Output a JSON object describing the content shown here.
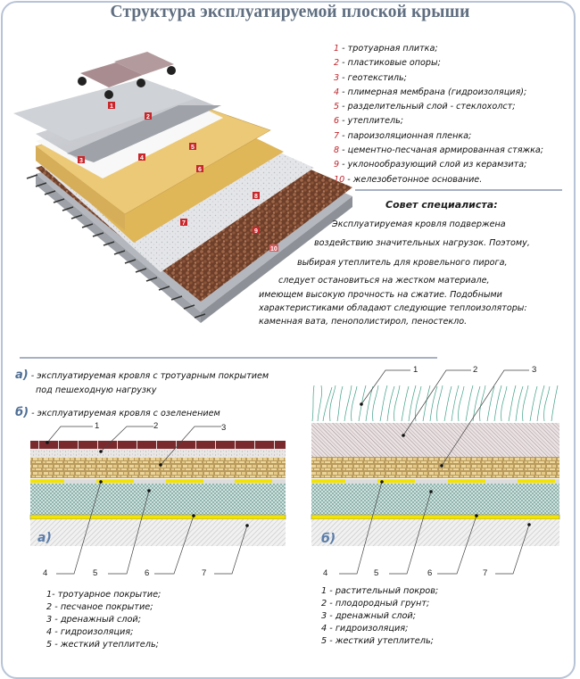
{
  "title": "Структура эксплуатируемой плоской крыши",
  "top_legend": [
    {
      "num": "1",
      "text": " - тротуарная плитка;"
    },
    {
      "num": "2",
      "text": " - пластиковые опоры;"
    },
    {
      "num": "3",
      "text": " - геотекстиль;"
    },
    {
      "num": "4",
      "text": " - плимерная мембрана (гидроизоляция);"
    },
    {
      "num": "5",
      "text": " - разделительный слой - стеклохолст;"
    },
    {
      "num": "6",
      "text": " - утеплитель;"
    },
    {
      "num": "7",
      "text": " - пароизоляционная пленка;"
    },
    {
      "num": "8",
      "text": " - цементно-песчаная армированная стяжка;"
    },
    {
      "num": "9",
      "text": " - уклонообразующий слой из керамзита;"
    },
    {
      "num": "10",
      "text": " - железобетонное основание."
    }
  ],
  "roof_3d": {
    "markers": [
      "1",
      "2",
      "3",
      "4",
      "5",
      "6",
      "7",
      "8",
      "9",
      "10"
    ],
    "colors": {
      "tile": "#a98c8f",
      "membrane": "#c9ccd1",
      "insulation": "#e8c36e",
      "vapor": "#e0b85a",
      "screed": "#e2e3e5",
      "clay": "#7a4a33",
      "concrete": "#a9adb3",
      "marker": "#c8262b"
    }
  },
  "advice": {
    "title": "Совет специалиста:",
    "lines": [
      "Эксплуатируемая кровля подвержена",
      "воздействию значительных нагрузок. Поэтому,",
      "выбирая утеплитель для кровельного пирога,",
      "следует остановиться на жестком материале,",
      "имеющем высокую прочность на сжатие. Подобными",
      "характеристиками обладают следующие теплоизоляторы:",
      "каменная вата, пенополистирол, пеностекло."
    ]
  },
  "variants": [
    {
      "letter": "а)",
      "text": " - эксплуатируемая кровля с тротуарным покрытием",
      "text2": "под пешеходную нагрузку"
    },
    {
      "letter": "б)",
      "text": " - эксплуатируемая кровля с озеленением"
    }
  ],
  "section_a": {
    "label": "а)",
    "callouts_top": [
      "1",
      "2",
      "3"
    ],
    "callouts_bottom": [
      "4",
      "5",
      "6",
      "7"
    ],
    "legend": [
      "1- тротуарное покрытие;",
      "2 - песчаное покрытие;",
      "3 - дренажный слой;",
      "4 - гидроизоляция;",
      "5 - жесткий утеплитель;"
    ]
  },
  "section_b": {
    "label": "б)",
    "callouts_top": [
      "1",
      "2",
      "3"
    ],
    "callouts_bottom": [
      "4",
      "5",
      "6",
      "7"
    ],
    "legend": [
      "1 - растительный покров;",
      "2 - плодородный грунт;",
      "3 - дренажный слой;",
      "4 - гидроизоляция;",
      "5 - жесткий утеплитель;"
    ]
  }
}
